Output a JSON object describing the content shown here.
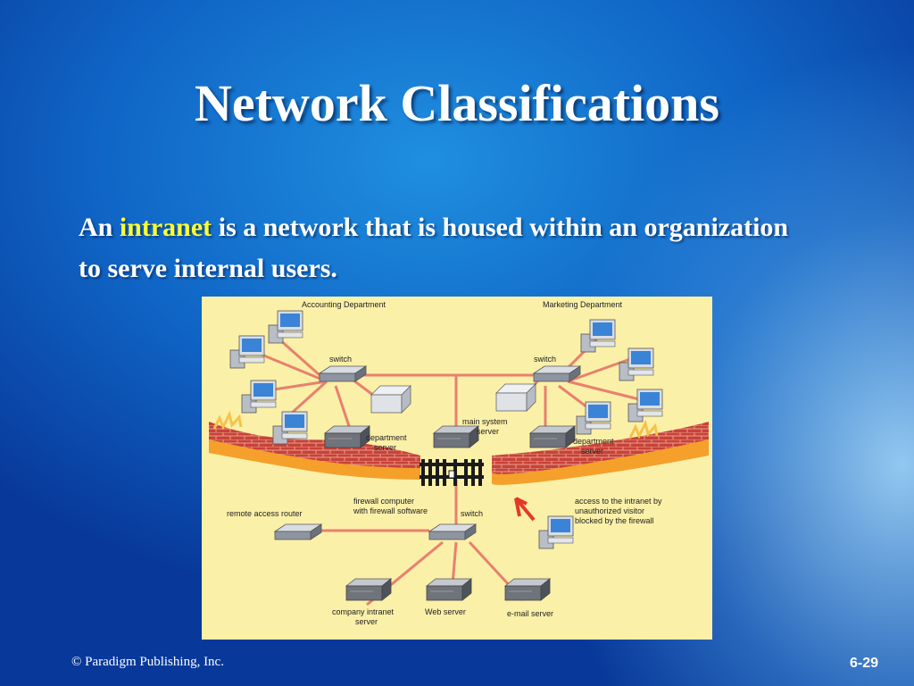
{
  "slide": {
    "title": "Network Classifications",
    "body_prefix": "An ",
    "body_term": "intranet",
    "body_suffix": " is a network that is housed within an organization to serve internal users.",
    "footer_copyright": "© Paradigm Publishing, Inc.",
    "slide_number": "6-29"
  },
  "diagram": {
    "labels": {
      "accounting": "Accounting Department",
      "marketing": "Marketing Department",
      "switch_left": "switch",
      "switch_right": "switch",
      "dept_server_left_1": "department",
      "dept_server_left_2": "server",
      "main_server_1": "main system",
      "main_server_2": "server",
      "dept_server_right_1": "department",
      "dept_server_right_2": "server",
      "firewall_1": "firewall computer",
      "firewall_2": "with firewall software",
      "remote_router": "remote access router",
      "switch_bottom": "switch",
      "visitor_1": "access to the intranet by",
      "visitor_2": "unauthorized visitor",
      "visitor_3": "blocked by the firewall",
      "intranet_server_1": "company intranet",
      "intranet_server_2": "server",
      "web_server": "Web server",
      "email_server": "e-mail server"
    },
    "colors": {
      "panel": "#fbf0a8",
      "cable": "#e8806e",
      "brick": "#c8423a",
      "flame": "#f4a02a"
    }
  }
}
